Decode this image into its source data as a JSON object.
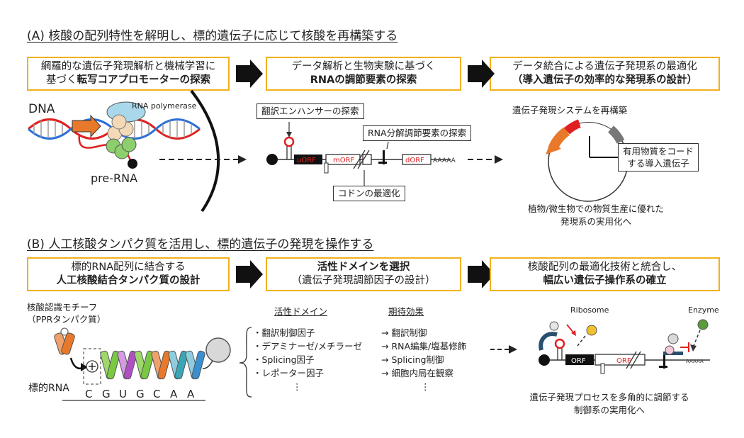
{
  "sectionA": {
    "title": "(A) 核酸の配列特性を解明し、標的遺伝子に応じて核酸を再構築する",
    "box1": {
      "line1": "網羅的な遺伝子発現解析と機械学習に",
      "line2_plain": "基づく",
      "line2_bold": "転写コアプロモーターの探索"
    },
    "box2": {
      "line1": "データ解析と生物実験に基づく",
      "line2_bold": "RNAの調節要素の探索"
    },
    "box3": {
      "line1": "データ統合による遺伝子発現系の最適化",
      "line2_bold": "（導入遺伝子の効率的な発現系の設計）"
    },
    "dna": "DNA",
    "rna_polymerase": "RNA polymerase",
    "pre_rna": "pre-RNA",
    "translation_enhancer": "翻訳エンハンサーの探索",
    "rna_decay": "RNA分解調節要素の探索",
    "codon": "コドンの最適化",
    "uorf": "uORF",
    "morf": "mORF",
    "dorf": "dORF",
    "polya": "AAAAA",
    "rebuild": "遺伝子発現システムを再構築",
    "useful1": "有用物質をコード",
    "useful2": "する導入遺伝子",
    "plant1": "植物/微生物での物質生産に優れた",
    "plant2": "発現系の実用化へ"
  },
  "sectionB": {
    "title": "(B) 人工核酸タンパク質を活用し、標的遺伝子の発現を操作する",
    "box1": {
      "line1": "標的RNA配列に結合する",
      "line2_bold": "人工核酸結合タンパク質の設計"
    },
    "box2": {
      "line1_bold": "活性ドメインを選択",
      "line2": "（遺伝子発現調節因子の設計）"
    },
    "box3": {
      "line1": "核酸配列の最適化技術と統合し、",
      "line2_bold": "幅広い遺伝子操作系の確立"
    },
    "motif1": "核酸認識モチーフ",
    "motif2": "（PPRタンパク質）",
    "target_rna": "標的RNA",
    "rna_seq": [
      "C",
      "G",
      "U",
      "G",
      "C",
      "A",
      "A"
    ],
    "active_domain": "活性ドメイン",
    "expected_effect": "期待効果",
    "domains": [
      "・翻訳制御因子",
      "・デアミナーゼ/メチラーゼ",
      "・Splicing因子",
      "・レポーター因子",
      "⋮"
    ],
    "effects": [
      "→ 翻訳制御",
      "→ RNA編集/塩基修飾",
      "→ Splicing制御",
      "→ 細胞内局在観察",
      "⋮"
    ],
    "ribosome": "Ribosome",
    "enzyme": "Enzyme",
    "orf": "ORF",
    "orf2": "ORF",
    "polya": "AAAAA",
    "bottom1": "遺伝子発現プロセスを多角的に調節する",
    "bottom2": "制御系の実用化へ"
  },
  "colors": {
    "accent_box": "#f2b01e",
    "red": "#e02020",
    "orange": "#e8792a",
    "blue_strand": "#2a6fd6",
    "motif_green": "#7ac943",
    "motif_purple": "#b04fc4",
    "motif_teal": "#3aa5b5",
    "motif_blue": "#3a8fd0"
  }
}
